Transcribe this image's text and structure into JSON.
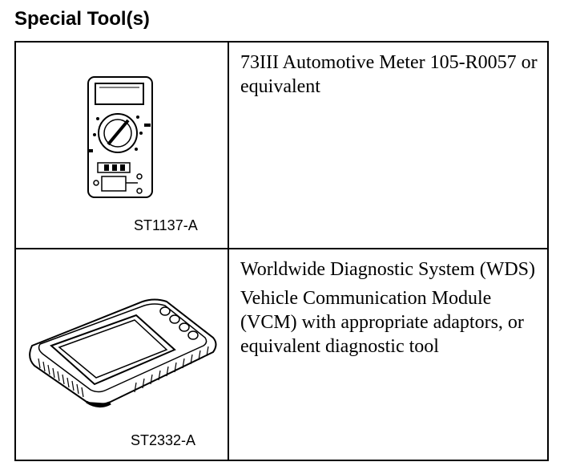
{
  "heading": "Special Tool(s)",
  "tools": [
    {
      "figure_label": "ST1137-A",
      "description": [
        "73III Automotive Meter 105-R0057 or equivalent"
      ],
      "icon": "multimeter-illustration"
    },
    {
      "figure_label": "ST2332-A",
      "description": [
        "Worldwide Diagnostic System (WDS)",
        "Vehicle Communication Module (VCM) with appropriate adaptors, or equivalent diagnostic tool"
      ],
      "icon": "diagnostic-tablet-illustration"
    }
  ]
}
